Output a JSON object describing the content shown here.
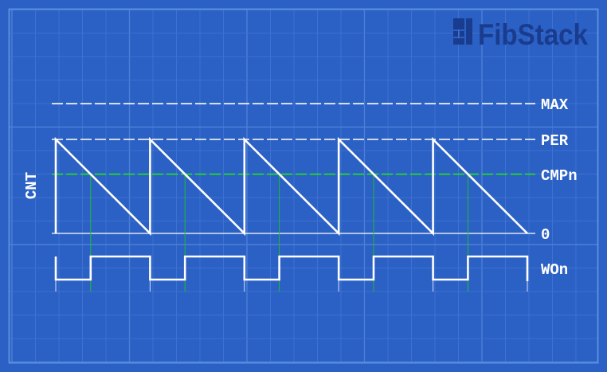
{
  "brand": {
    "name": "FibStack"
  },
  "labels": {
    "y_axis": "CNT",
    "max": "MAX",
    "per": "PER",
    "cmp": "CMPn",
    "zero": "0",
    "wave": "WOn"
  },
  "colors": {
    "background": "#2b60c4",
    "grid_minor": "#3d72d2",
    "grid_major": "#4c80d8",
    "frame": "#5a8ee0",
    "signal": "#ffffff",
    "compare": "#22dd22",
    "compare_tick": "#1fbf2f",
    "logo": "#1a3c8f"
  },
  "chart_data": {
    "type": "line",
    "title": "",
    "description_levels": [
      "0",
      "CMPn",
      "PER",
      "MAX"
    ],
    "y_levels": {
      "zero": 0,
      "cmp": 0.63,
      "per": 1.0,
      "max": 1.38
    },
    "periods": 5,
    "series": [
      {
        "name": "CNT",
        "shape": "sawtooth-down",
        "from": "PER",
        "to": "0",
        "periods": 5
      },
      {
        "name": "WOn",
        "shape": "square",
        "low_while": "CNT > CMPn",
        "high_while": "CNT <= CMPn",
        "periods": 5
      }
    ],
    "compare_crossing_fraction": 0.37
  }
}
